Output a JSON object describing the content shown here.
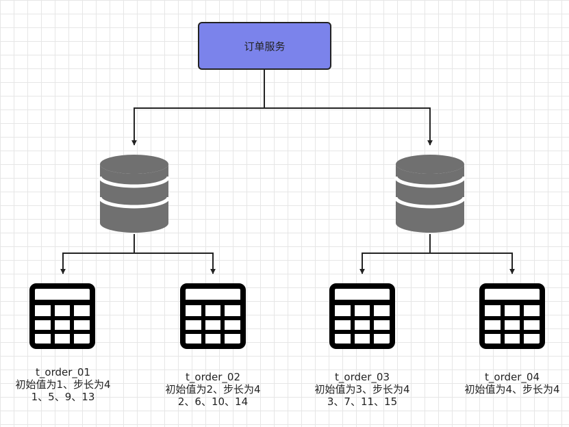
{
  "service": {
    "label": "订单服务"
  },
  "tables": [
    {
      "name": "t_order_01",
      "rule": "初始值为1、步长为4",
      "values": "1、5、9、13"
    },
    {
      "name": "t_order_02",
      "rule": "初始值为2、步长为4",
      "values": "2、6、10、14"
    },
    {
      "name": "t_order_03",
      "rule": "初始值为3、步长为4",
      "values": "3、7、11、15"
    },
    {
      "name": "t_order_04",
      "rule": "初始值为4、步长为4",
      "values": ""
    }
  ],
  "colors": {
    "service_fill": "#7b83eb",
    "database": "#707070",
    "line": "#222222"
  }
}
